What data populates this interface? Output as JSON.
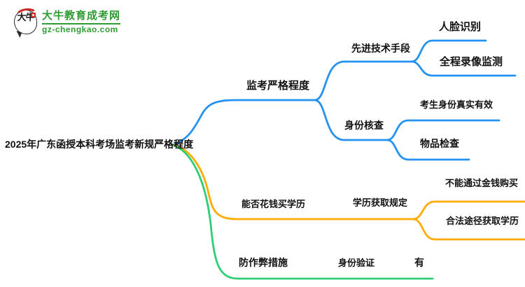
{
  "logo": {
    "icon_text": "大牛",
    "title": "大牛教育成考网",
    "domain": "gz-chengkao.com"
  },
  "colors": {
    "branch_blue": "#2492F2",
    "branch_orange": "#FFAB00",
    "branch_green": "#2FCE75",
    "logo_green": "#2E9B33",
    "text_black": "#111111"
  },
  "mindmap": {
    "root": {
      "label": "2025年广东函授本科考场监考新规严格程度"
    },
    "branches": [
      {
        "label": "监考严格程度",
        "color": "#2492F2",
        "children": [
          {
            "label": "先进技术手段",
            "children": [
              {
                "label": "人脸识别"
              },
              {
                "label": "全程录像监测"
              }
            ]
          },
          {
            "label": "身份核查",
            "children": [
              {
                "label": "考生身份真实有效"
              },
              {
                "label": "物品检查"
              }
            ]
          }
        ]
      },
      {
        "label": "能否花钱买学历",
        "color": "#FFAB00",
        "children": [
          {
            "label": "学历获取规定",
            "children": [
              {
                "label": "不能通过金钱购买"
              },
              {
                "label": "合法途径获取学历"
              }
            ]
          }
        ]
      },
      {
        "label": "防作弊措施",
        "color": "#2FCE75",
        "children": [
          {
            "label": "身份验证",
            "children": [
              {
                "label": "有"
              }
            ]
          }
        ]
      }
    ]
  }
}
